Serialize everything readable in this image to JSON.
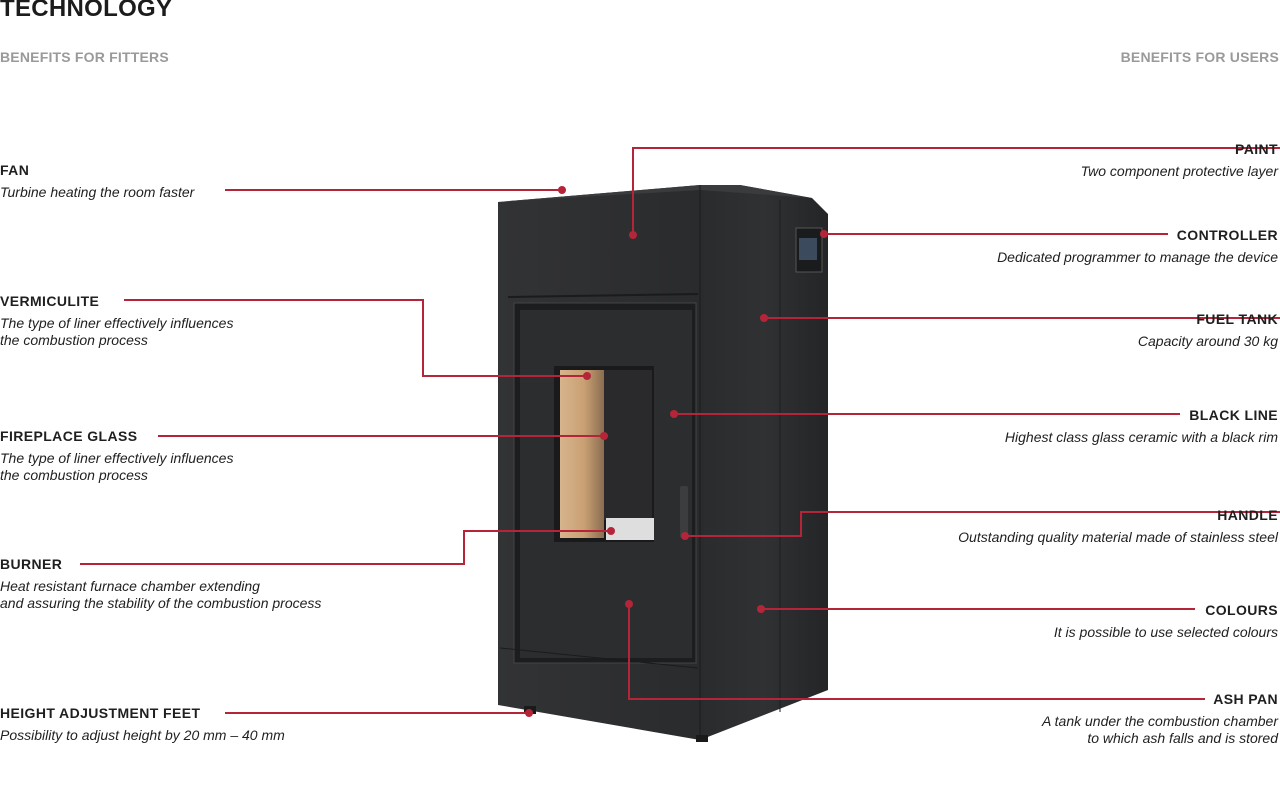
{
  "title": "TECHNOLOGY",
  "benefits_fitters": "BENEFITS FOR FITTERS",
  "benefits_users": "BENEFITS FOR USERS",
  "colors": {
    "accent": "#b5253a",
    "stove": "#2b2c2e",
    "text": "#1f1f1f",
    "subhead": "#9a9a9a"
  },
  "left_callouts": [
    {
      "name": "FAN",
      "desc": "Turbine heating the room faster"
    },
    {
      "name": "VERMICULITE",
      "desc": "The type of liner effectively influences\nthe combustion process"
    },
    {
      "name": "FIREPLACE GLASS",
      "desc": "The type of liner effectively influences\nthe combustion process"
    },
    {
      "name": "BURNER",
      "desc": "Heat resistant furnace chamber extending\nand assuring the stability of the combustion process"
    },
    {
      "name": "HEIGHT ADJUSTMENT FEET",
      "desc": "Possibility to adjust height by 20 mm – 40 mm"
    }
  ],
  "right_callouts": [
    {
      "name": "PAINT",
      "desc": "Two component protective layer"
    },
    {
      "name": "CONTROLLER",
      "desc": "Dedicated programmer to manage the device"
    },
    {
      "name": "FUEL TANK",
      "desc": "Capacity around 30 kg"
    },
    {
      "name": "BLACK LINE",
      "desc": "Highest class glass ceramic with a black rim"
    },
    {
      "name": "HANDLE",
      "desc": "Outstanding quality material made of stainless steel"
    },
    {
      "name": "COLOURS",
      "desc": "It is possible to use selected colours"
    },
    {
      "name": "ASH PAN",
      "desc": "A tank under the combustion chamber\nto which ash falls and is stored"
    }
  ]
}
